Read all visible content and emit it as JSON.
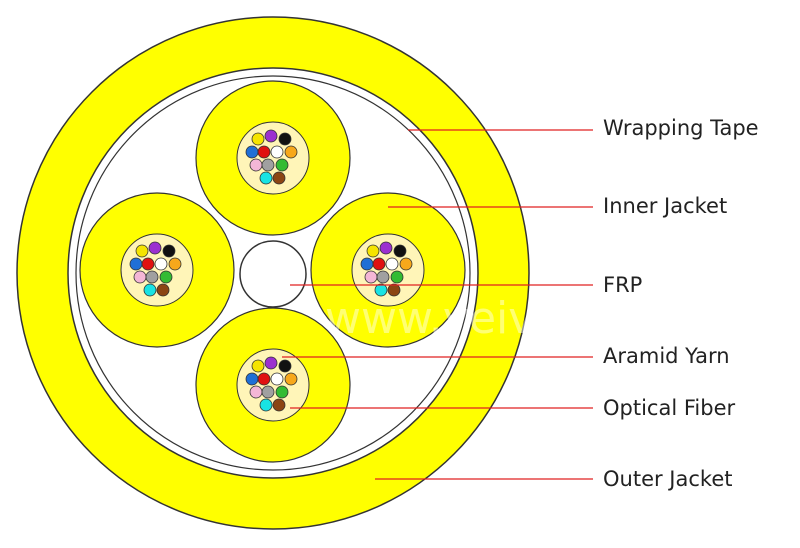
{
  "labels": {
    "wrapping_tape": "Wrapping Tape",
    "inner_jacket": "Inner Jacket",
    "frp": "FRP",
    "aramid_yarn": "Aramid Yarn",
    "optical_fiber": "Optical Fiber",
    "outer_jacket": "Outer Jacket"
  },
  "watermark": "www.veivot.com",
  "colors": {
    "jacket_yellow": "#ffff00",
    "aramid_yarn": "#fff5b8",
    "leader_line": "#e02020",
    "outline": "#333333"
  },
  "fiber_colors": [
    "#f5e400",
    "#9b30d0",
    "#111111",
    "#1f6fd6",
    "#e01010",
    "#ffffff",
    "#f7a81b",
    "#f4b6d6",
    "#a0a0a0",
    "#33bb33",
    "#19e3e3",
    "#8b4513"
  ]
}
